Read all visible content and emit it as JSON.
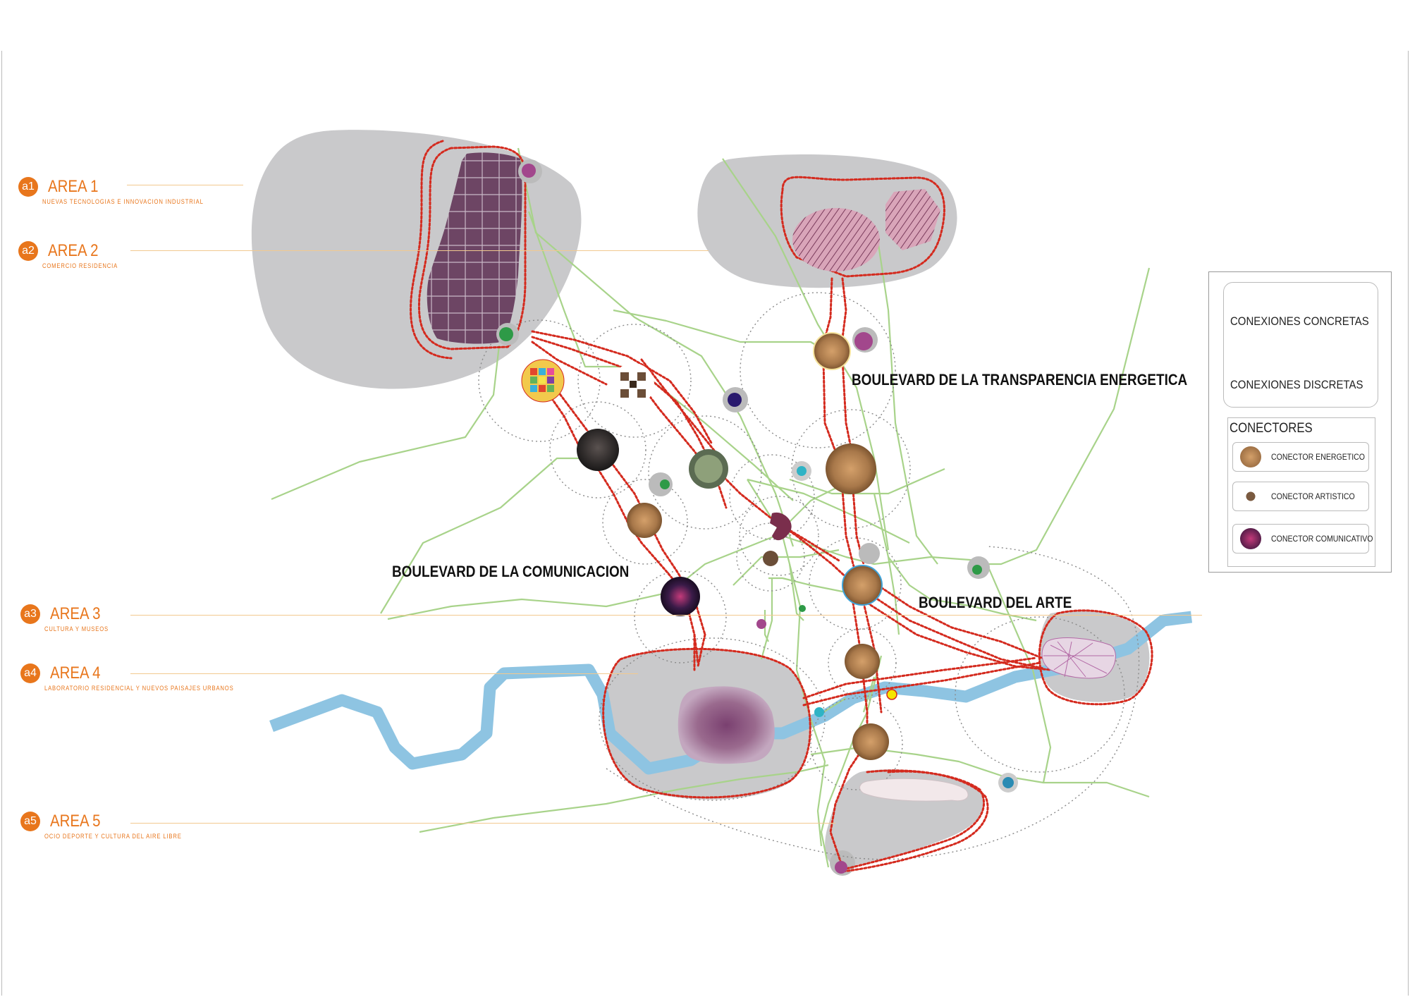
{
  "areas": [
    {
      "badge": "a1",
      "title": "AREA 1",
      "subtitle": "NUEVAS TECNOLOGIAS E INNOVACION INDUSTRIAL"
    },
    {
      "badge": "a2",
      "title": "AREA 2",
      "subtitle": "COMERCIO RESIDENCIA"
    },
    {
      "badge": "a3",
      "title": "AREA 3",
      "subtitle": "CULTURA Y MUSEOS"
    },
    {
      "badge": "a4",
      "title": "AREA 4",
      "subtitle": "LABORATORIO RESIDENCIAL Y NUEVOS PAISAJES URBANOS"
    },
    {
      "badge": "a5",
      "title": "AREA 5",
      "subtitle": "OCIO DEPORTE Y CULTURA DEL AIRE LIBRE"
    }
  ],
  "boulevards": {
    "energy": "BOULEVARD DE LA TRANSPARENCIA ENERGETICA",
    "communication": "BOULEVARD DE LA COMUNICACION",
    "art": "BOULEVARD DEL ARTE"
  },
  "legend": {
    "concrete": "CONEXIONES CONCRETAS",
    "discrete": "CONEXIONES DISCRETAS",
    "connectors_title": "CONECTORES",
    "items": [
      {
        "label": "CONECTOR ENERGETICO",
        "icon": "energy-connector-icon"
      },
      {
        "label": "CONECTOR ARTISTICO",
        "icon": "artistic-connector-icon"
      },
      {
        "label": "CONECTOR COMUNICATIVO",
        "icon": "communicative-connector-icon"
      }
    ]
  },
  "colors": {
    "accent": "#e8761c",
    "concrete_connection": "#d42a1e",
    "green_network": "#a8d38a",
    "river": "#8ec4e2",
    "zone_grey": "#c9c9cb",
    "energy_connector": "#b98752",
    "communicative_connector": "#5a2a5c"
  }
}
